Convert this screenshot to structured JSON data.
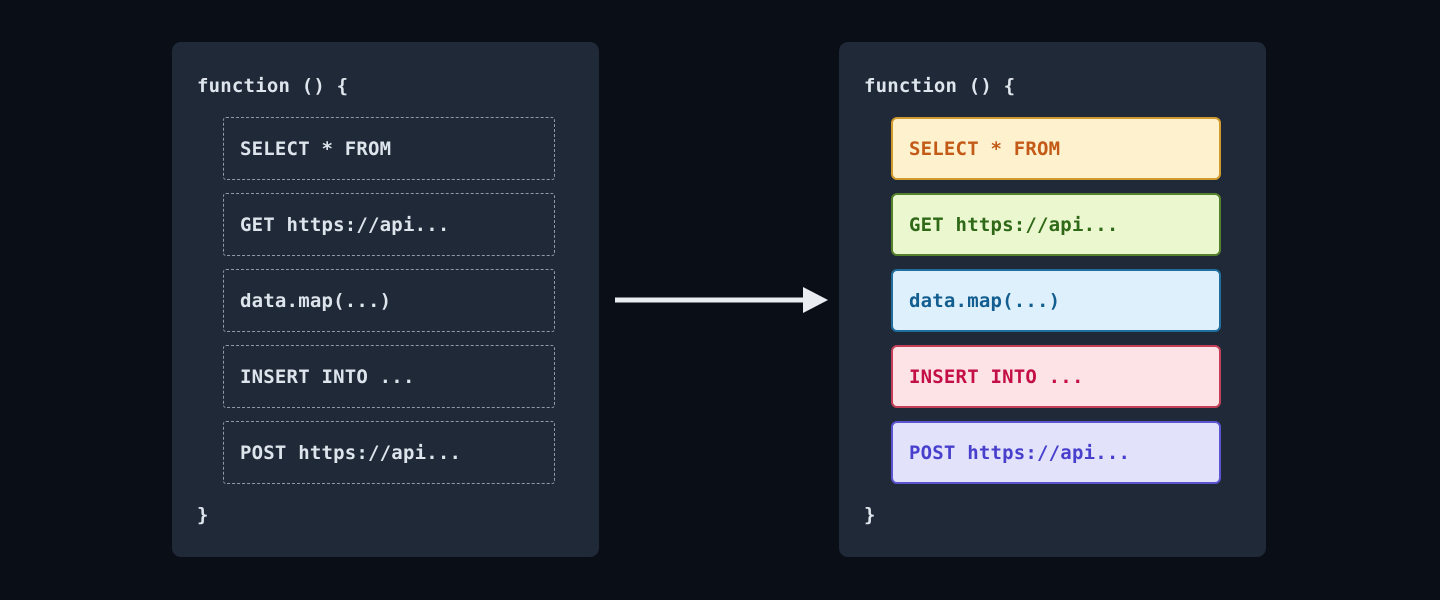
{
  "colors": {
    "page_bg": "#0a0e17",
    "panel_bg": "#1f2937",
    "dashed_border": "#8f9aa8",
    "code_text_muted": "#dde4ec",
    "title_text": "#dfe5ec",
    "arrow": "#e9ecf0"
  },
  "before_panel": {
    "title": "function () {",
    "closing_brace": "}",
    "items": [
      {
        "label": "SELECT * FROM"
      },
      {
        "label": "GET https://api..."
      },
      {
        "label": "data.map(...)"
      },
      {
        "label": "INSERT INTO ..."
      },
      {
        "label": "POST https://api..."
      }
    ]
  },
  "after_panel": {
    "title": "function () {",
    "closing_brace": "}",
    "items": [
      {
        "label": "SELECT * FROM",
        "bg": "#fdf2cd",
        "border": "#d19a2f",
        "text": "#c35a17"
      },
      {
        "label": "GET https://api...",
        "bg": "#eaf7cf",
        "border": "#55802c",
        "text": "#2f6816"
      },
      {
        "label": "data.map(...)",
        "bg": "#def0fb",
        "border": "#1f6e9e",
        "text": "#135e90"
      },
      {
        "label": "INSERT INTO ...",
        "bg": "#fde3e5",
        "border": "#c33f58",
        "text": "#c40e48"
      },
      {
        "label": "POST https://api...",
        "bg": "#e2e3fb",
        "border": "#5a55cf",
        "text": "#4840cd"
      }
    ]
  }
}
